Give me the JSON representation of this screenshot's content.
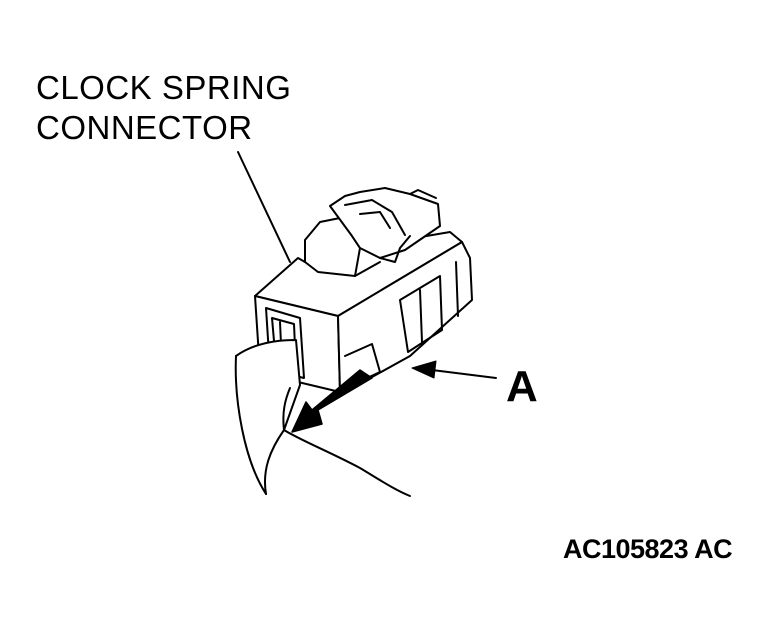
{
  "callouts": {
    "connector_line1": "CLOCK SPRING",
    "connector_line2": "CONNECTOR",
    "pointer_label": "A"
  },
  "figure_id": "AC105823 AC"
}
